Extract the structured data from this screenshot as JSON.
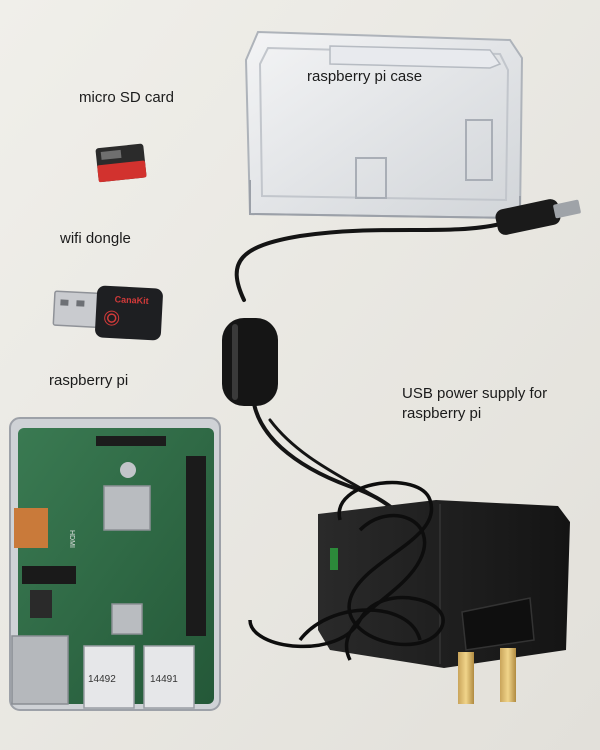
{
  "labels": {
    "micro_sd_card": "micro SD card",
    "wifi_dongle": "wifi dongle",
    "raspberry_pi": "raspberry pi",
    "raspberry_pi_case": "raspberry pi case",
    "usb_power_supply_line1": "USB power supply for",
    "usb_power_supply_line2": "raspberry pi"
  },
  "dongle_brand": "CanaKit",
  "board_markings": {
    "usb_left": "14492",
    "usb_right": "14491",
    "hdmi": "HDMI"
  },
  "colors": {
    "background": "#ecebe6",
    "pcb_green": "#2e6a44",
    "charger_black": "#1a1a1a",
    "case_clear": "#dfe2e6",
    "text": "#1b1b1b"
  }
}
